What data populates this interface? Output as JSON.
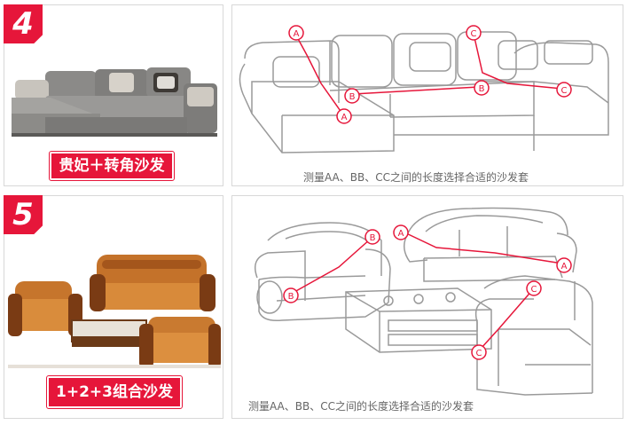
{
  "panels": [
    {
      "number": "4",
      "caption": "贵妃＋转角沙发",
      "note": "测量AA、BB、CC之间的长度选择合适的沙发套",
      "markers": [
        "A",
        "A",
        "B",
        "B",
        "C",
        "C"
      ]
    },
    {
      "number": "5",
      "caption": "1+2+3组合沙发",
      "note": "测量AA、BB、CC之间的长度选择合适的沙发套",
      "markers": [
        "A",
        "A",
        "B",
        "B",
        "C",
        "C"
      ]
    }
  ],
  "colors": {
    "accent": "#e6163a",
    "line_sketch": "#9a9a9a",
    "measure_line": "#e6163a"
  }
}
